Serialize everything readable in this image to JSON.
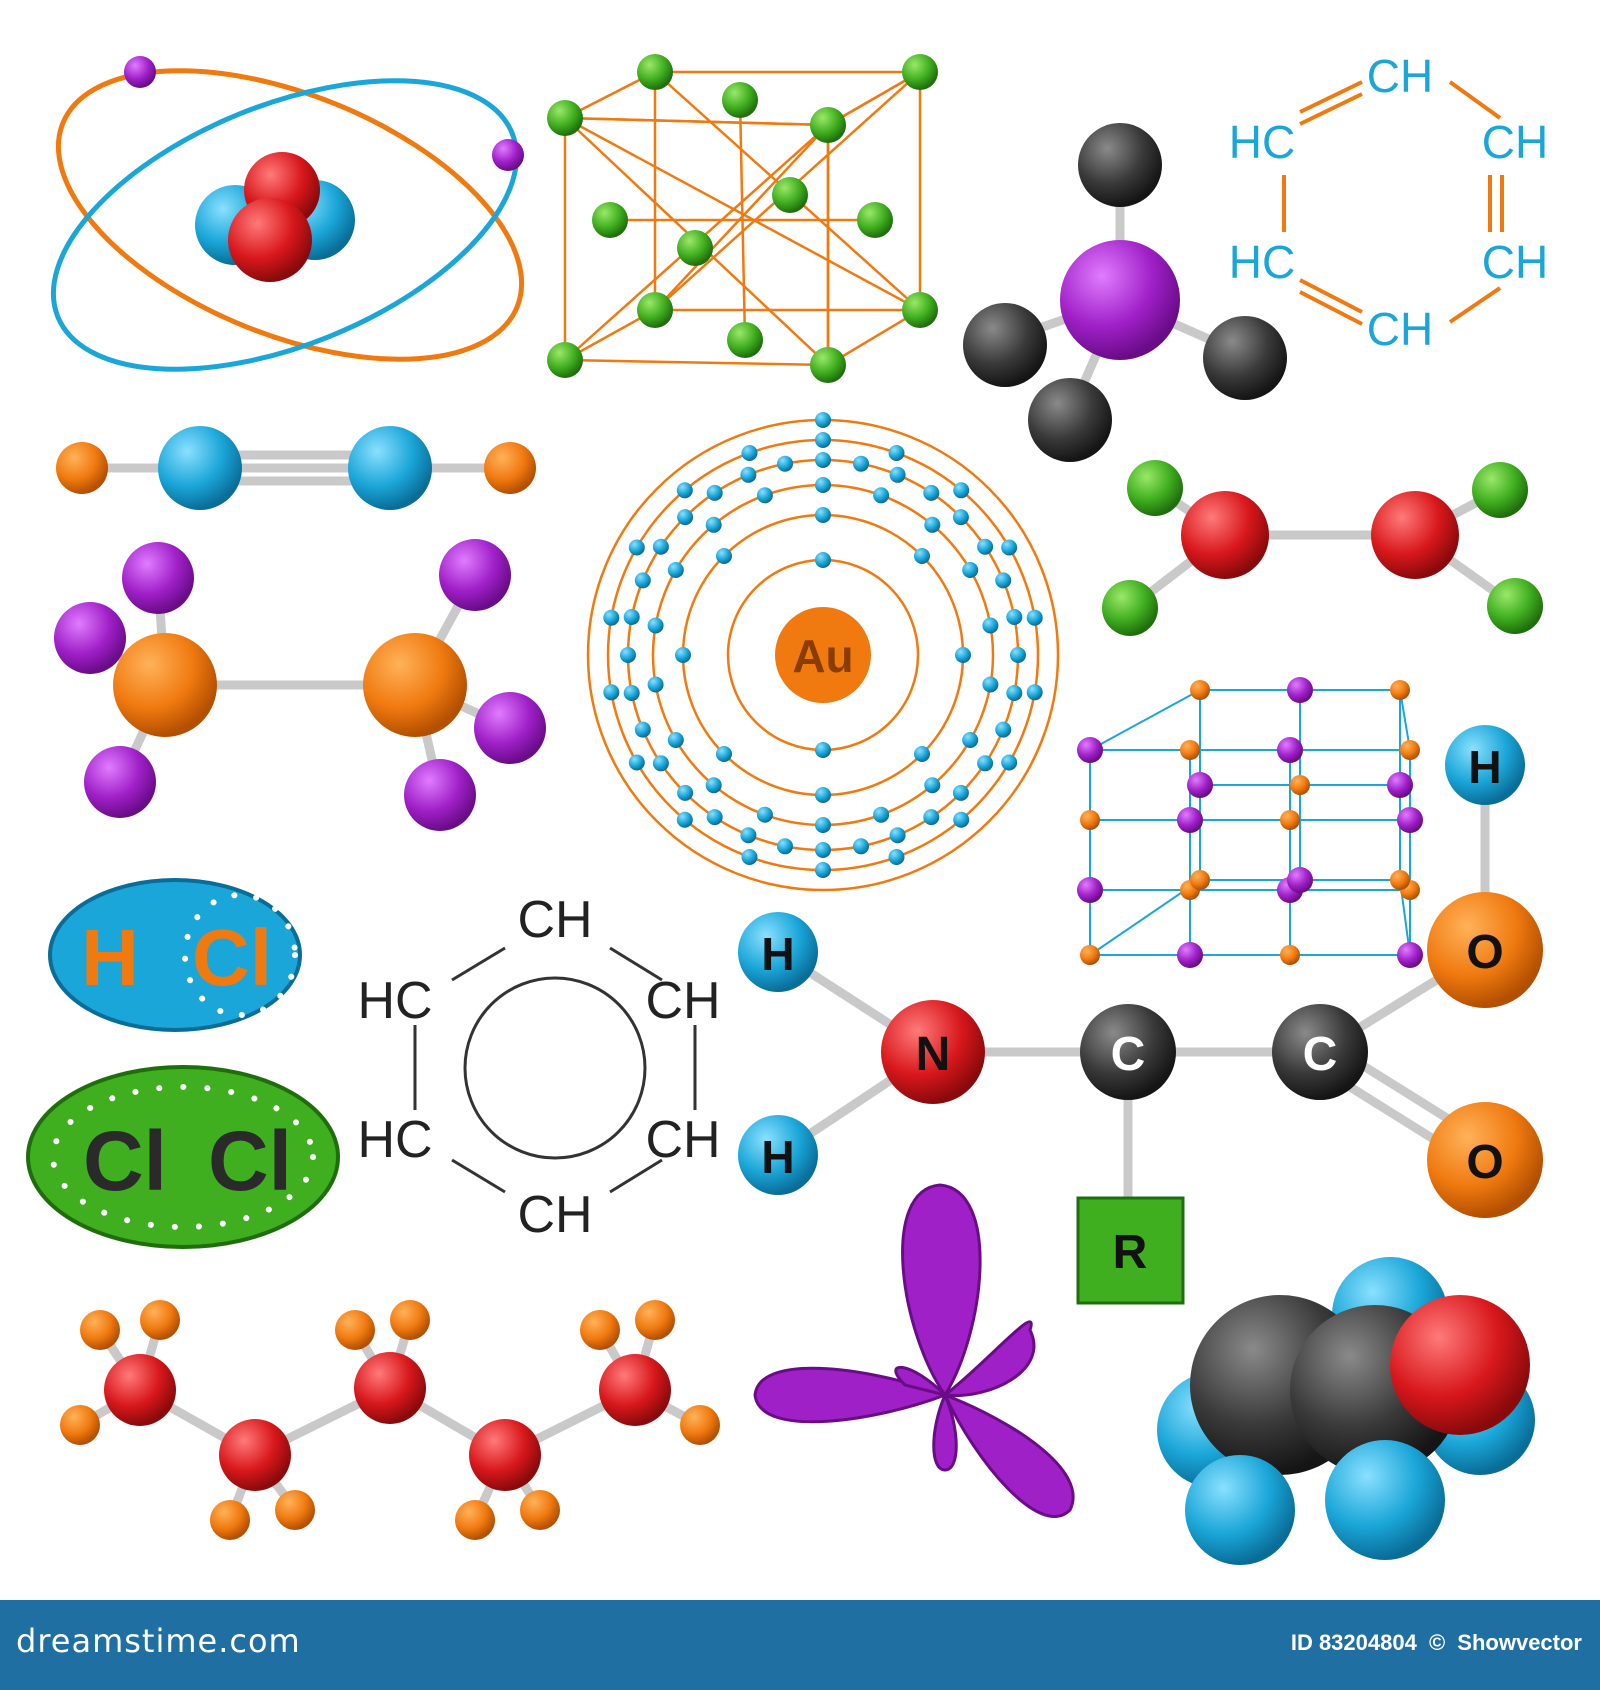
{
  "illustration": {
    "benzene_top": {
      "c1": "CH",
      "c2": "CH",
      "c3": "CH",
      "c4": "CH",
      "c5": "HC",
      "c6": "HC"
    },
    "gold_atom_label": "Au",
    "hcl": {
      "h": "H",
      "cl": "Cl"
    },
    "cl2": {
      "a": "Cl",
      "b": "Cl"
    },
    "benzene_bottom": {
      "top": "CH",
      "upper_right": "CH",
      "lower_right": "CH",
      "bottom": "CH",
      "lower_left": "HC",
      "upper_left": "HC"
    },
    "amino_acid": {
      "h1": "H",
      "h2": "H",
      "n": "N",
      "c1": "C",
      "c2": "C",
      "o1": "O",
      "o2": "O",
      "h3": "H",
      "r": "R"
    },
    "colors": {
      "orange": "#f07a10",
      "blue": "#1aa6d8",
      "purple": "#a020c8",
      "green": "#3fae1f",
      "red": "#d8181c",
      "dark": "#333333"
    }
  },
  "footer": {
    "brand": "dreamstime.com",
    "id_label": "ID 83204804",
    "copyright": "©",
    "author": "Showvector"
  }
}
